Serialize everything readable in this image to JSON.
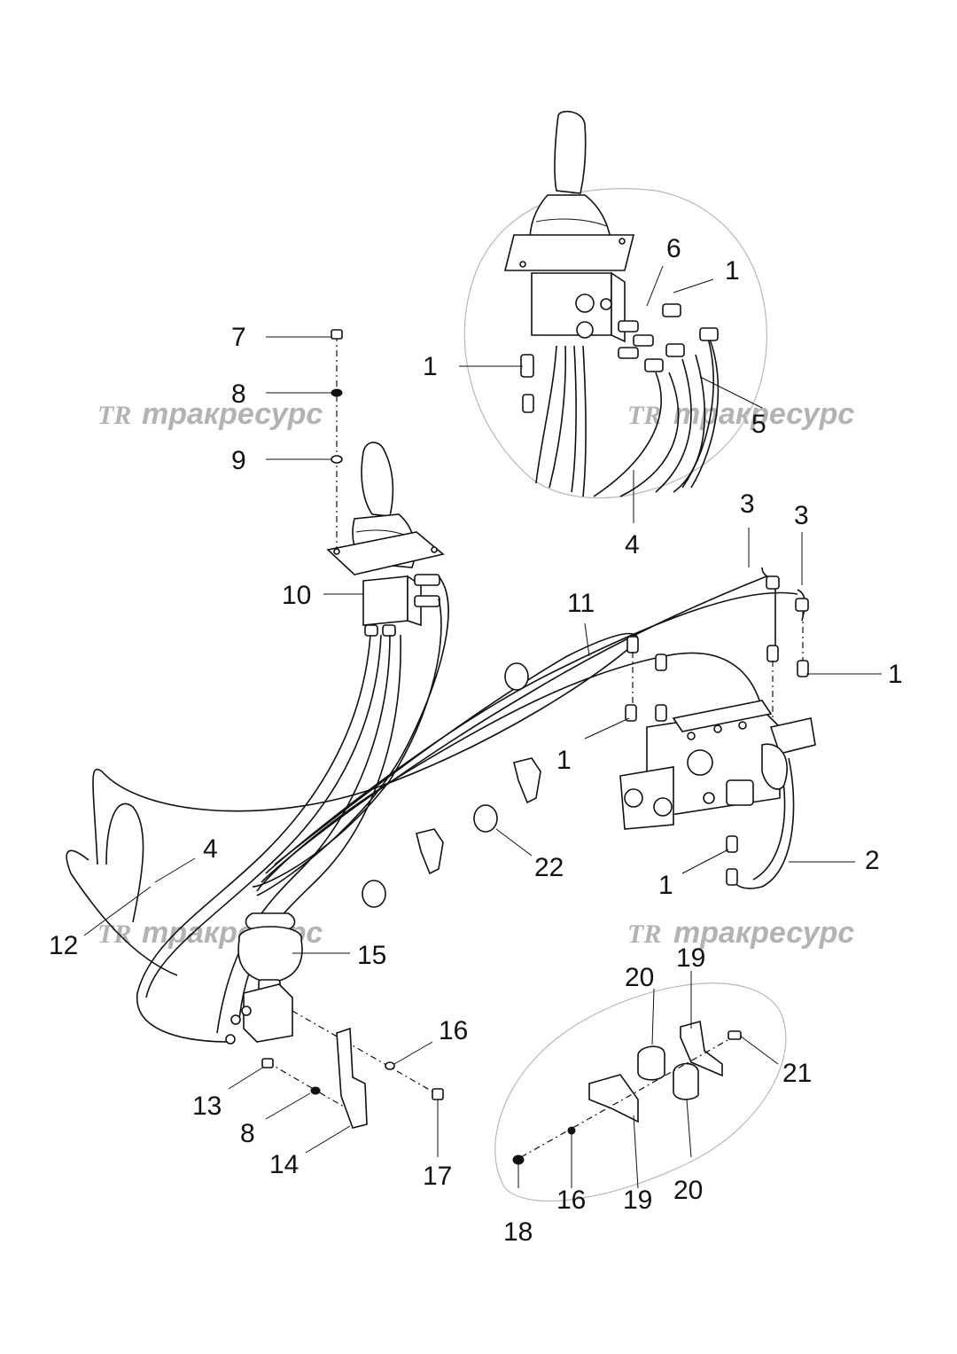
{
  "watermark": {
    "logo": "TR",
    "text": "тракресурс"
  },
  "callouts": {
    "c1a": "1",
    "c1b": "1",
    "c1c": "1",
    "c1d": "1",
    "c1e": "1",
    "c2": "2",
    "c3a": "3",
    "c3b": "3",
    "c4a": "4",
    "c4b": "4",
    "c5": "5",
    "c6": "6",
    "c7": "7",
    "c8a": "8",
    "c8b": "8",
    "c9": "9",
    "c10": "10",
    "c11": "11",
    "c12": "12",
    "c13": "13",
    "c14": "14",
    "c15": "15",
    "c16a": "16",
    "c16b": "16",
    "c17": "17",
    "c18": "18",
    "c19a": "19",
    "c19b": "19",
    "c20a": "20",
    "c20b": "20",
    "c21": "21",
    "c22": "22"
  }
}
